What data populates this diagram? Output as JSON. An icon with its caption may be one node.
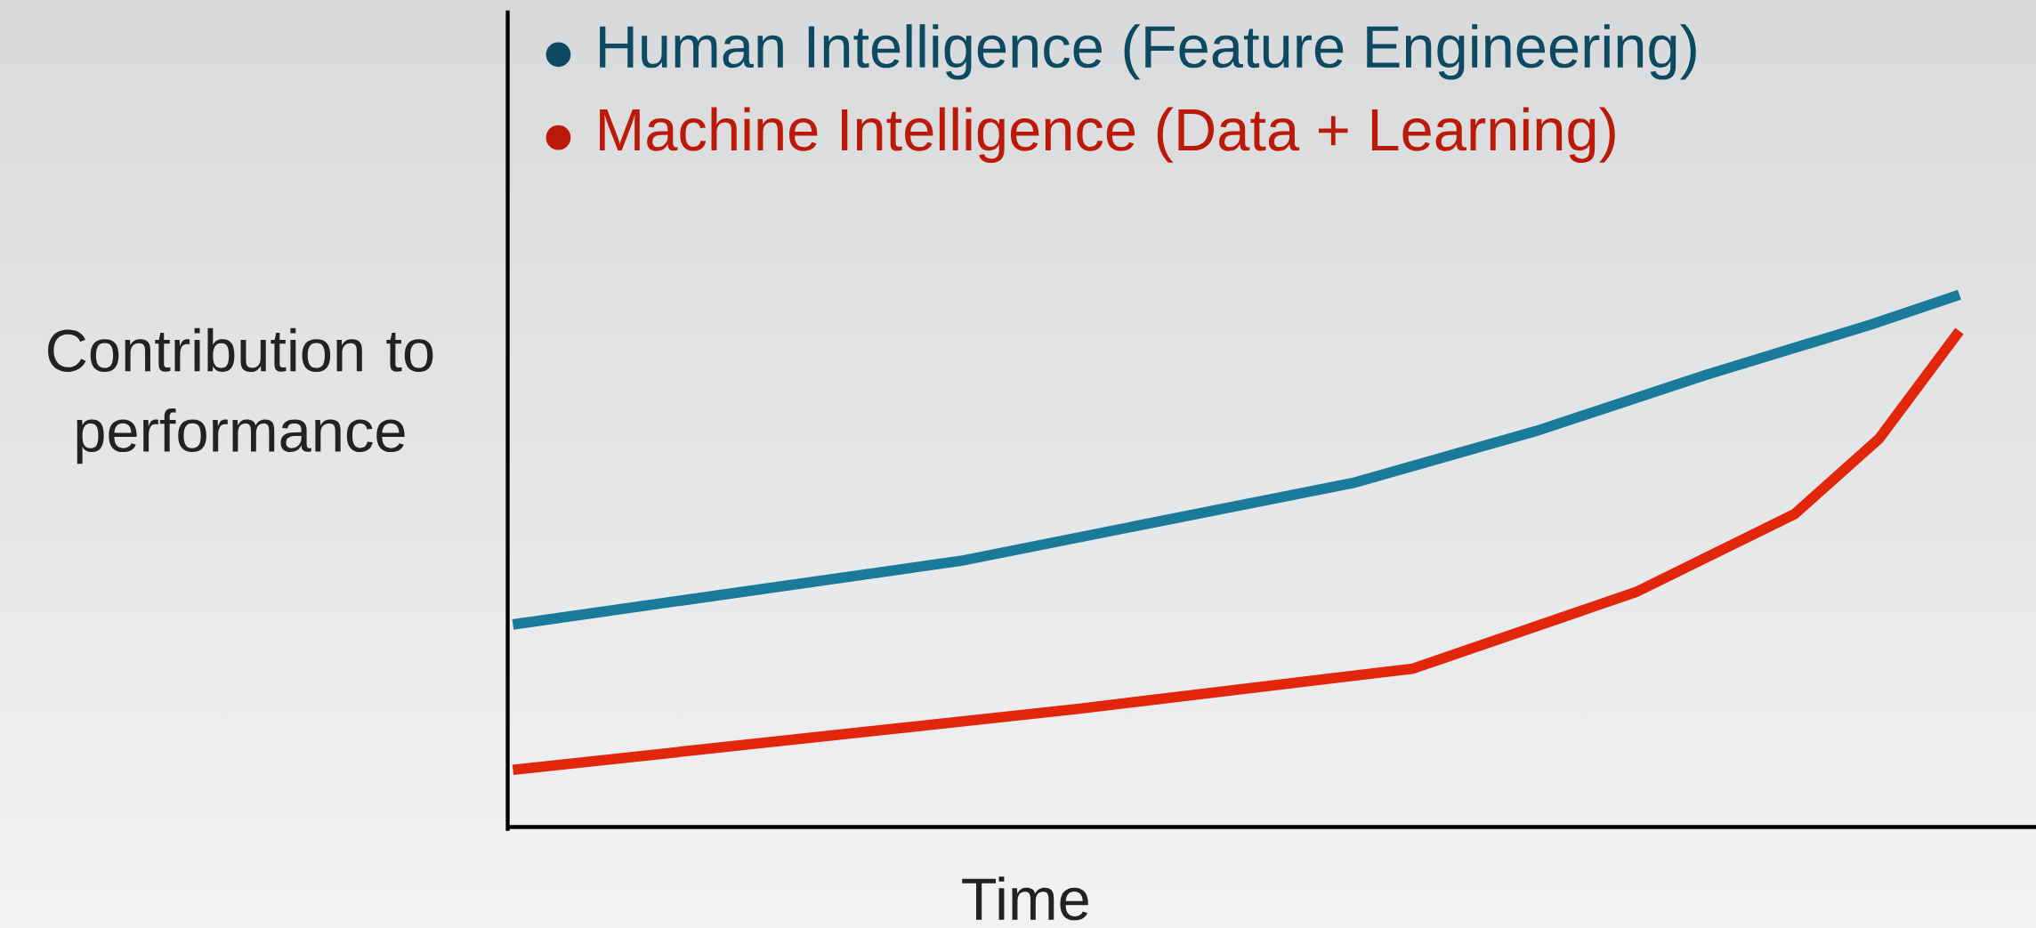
{
  "diagram": {
    "labels": [
      "Contribution to performance",
      "Time"
    ],
    "legend": [
      {
        "text": "Human Intelligence (Feature Engineering)",
        "color": "#0d4a62"
      },
      {
        "text": "Machine Intelligence (Data + Learning)",
        "color": "#bb1a0a"
      }
    ]
  }
}
